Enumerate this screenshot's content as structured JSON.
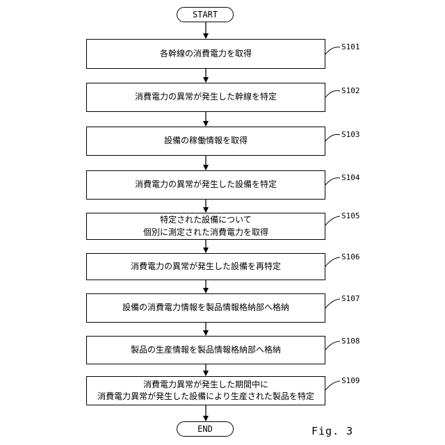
{
  "start_label": "START",
  "end_label": "END",
  "figure_label": "Fig. 3",
  "steps": [
    {
      "id": "S101",
      "lines": [
        "各幹線の消費電力を取得"
      ]
    },
    {
      "id": "S102",
      "lines": [
        "消費電力の異常が発生した幹線を特定"
      ]
    },
    {
      "id": "S103",
      "lines": [
        "設備の稼働情報を取得"
      ]
    },
    {
      "id": "S104",
      "lines": [
        "消費電力の異常が発生した設備を特定"
      ]
    },
    {
      "id": "S105",
      "lines": [
        "特定された設備について",
        "個別に測定された消費電力を取得"
      ]
    },
    {
      "id": "S106",
      "lines": [
        "消費電力の異常が発生した設備を再特定"
      ]
    },
    {
      "id": "S107",
      "lines": [
        "設備の消費電力情報を製品情報格納部へ格納"
      ]
    },
    {
      "id": "S108",
      "lines": [
        "製品の生産情報を製品情報格納部へ格納"
      ]
    },
    {
      "id": "S109",
      "lines": [
        "消費電力異常が発生した期間中に",
        "消費電力異常が発生した設備により生産された製品を特定"
      ]
    }
  ]
}
